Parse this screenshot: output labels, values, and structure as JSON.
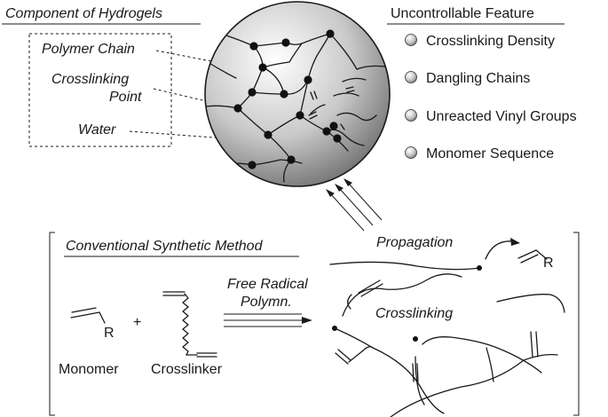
{
  "hydrogel_components": {
    "title": "Component of Hydrogels",
    "labels": [
      "Polymer Chain",
      "Crosslinking",
      "Point",
      "Water"
    ]
  },
  "uncontrollable": {
    "title": "Uncontrollable Feature",
    "items": [
      "Crosslinking Density",
      "Dangling Chains",
      "Unreacted Vinyl Groups",
      "Monomer Sequence"
    ]
  },
  "conventional": {
    "title": "Conventional Synthetic Method",
    "monomer_label": "Monomer",
    "crosslinker_label": "Crosslinker",
    "plus": "+",
    "r_group": "R",
    "reaction_line1": "Free Radical",
    "reaction_line2": "Polymn.",
    "propagation": "Propagation",
    "crosslinking": "Crosslinking"
  }
}
